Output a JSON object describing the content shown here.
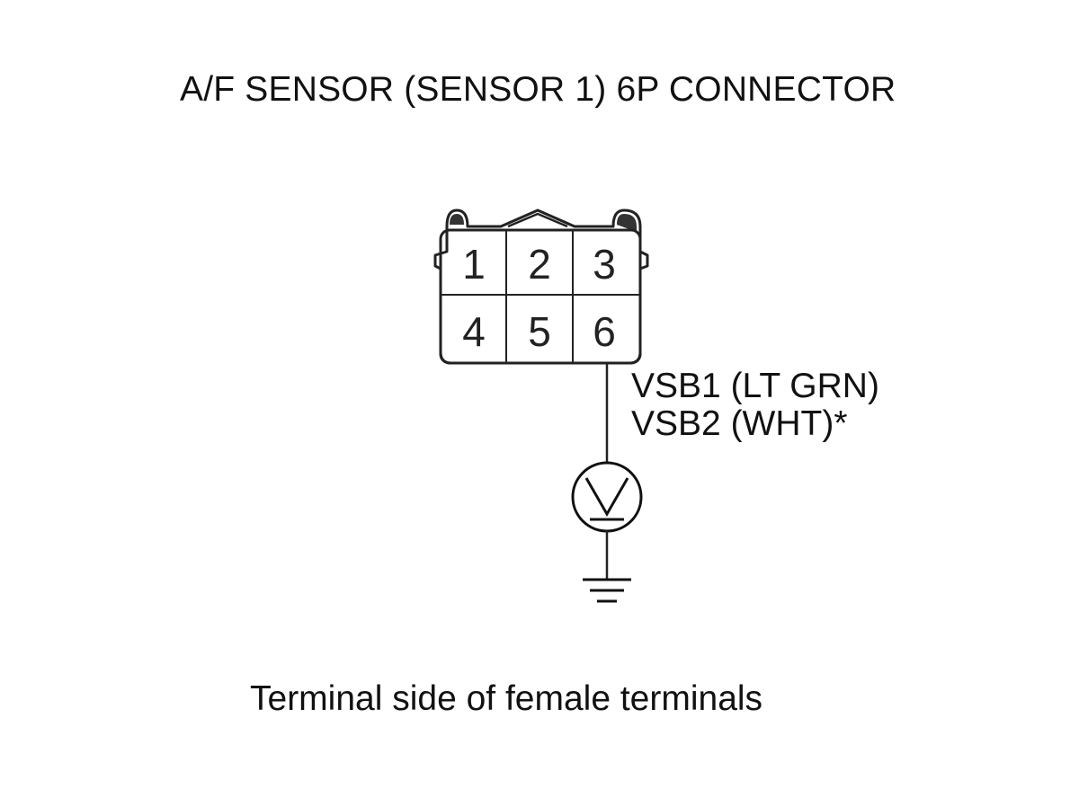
{
  "title": "A/F SENSOR (SENSOR 1) 6P CONNECTOR",
  "connector": {
    "pins_top": [
      "1",
      "2",
      "3"
    ],
    "pins_bottom": [
      "4",
      "5",
      "6"
    ]
  },
  "wire": {
    "label_1": "VSB1 (LT GRN)",
    "label_2": "VSB2 (WHT)*"
  },
  "footer": "Terminal side of female terminals"
}
